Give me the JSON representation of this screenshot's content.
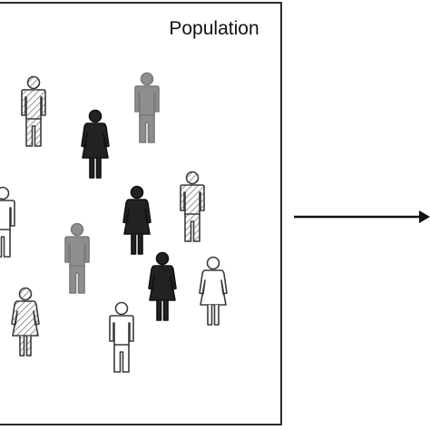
{
  "population_box": {
    "label": "Population"
  },
  "legend_colors": {
    "stroke": "#3a3a3a",
    "outline_fill": "#ffffff",
    "hatched_fill": "#d9d9d9",
    "gray_fill": "#8e8e8e",
    "dark_fill": "#222222",
    "arrow": "#111111"
  },
  "people": [
    {
      "name": "person-hatched-man-1",
      "style": "hatched",
      "gender": "male"
    },
    {
      "name": "person-gray-man-1",
      "style": "gray",
      "gender": "male"
    },
    {
      "name": "person-dark-woman-1",
      "style": "dark",
      "gender": "female"
    },
    {
      "name": "person-hatched-man-2",
      "style": "hatched",
      "gender": "male"
    },
    {
      "name": "person-outline-man-1",
      "style": "outline",
      "gender": "male"
    },
    {
      "name": "person-dark-woman-2",
      "style": "dark",
      "gender": "female"
    },
    {
      "name": "person-gray-man-2",
      "style": "gray",
      "gender": "male"
    },
    {
      "name": "person-dark-woman-3",
      "style": "dark",
      "gender": "female"
    },
    {
      "name": "person-outline-woman-1",
      "style": "outline",
      "gender": "female"
    },
    {
      "name": "person-hatched-woman-1",
      "style": "hatched",
      "gender": "female"
    },
    {
      "name": "person-outline-man-2",
      "style": "outline",
      "gender": "male"
    }
  ]
}
